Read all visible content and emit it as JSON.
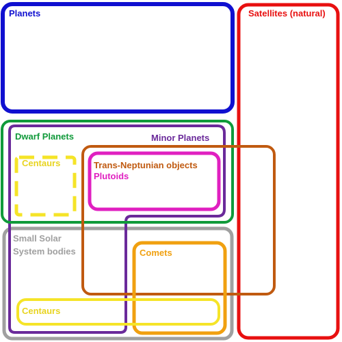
{
  "diagram": {
    "labels": {
      "planets": "Planets",
      "satellites": "Satellites (natural)",
      "dwarf_planets": "Dwarf Planets",
      "minor_planets": "Minor Planets",
      "centaurs_top": "Centaurs",
      "trans_neptunian": "Trans-Neptunian objects",
      "plutoids": "Plutoids",
      "small_solar_line1": "Small Solar",
      "small_solar_line2": "System bodies",
      "comets": "Comets",
      "centaurs_bottom": "Centaurs"
    },
    "colors": {
      "planets": "#1010d0",
      "satellites": "#e81010",
      "dwarf_planets": "#109a3a",
      "minor_planets": "#6a2a9a",
      "centaurs": "#f5e428",
      "trans_neptunian": "#c05a10",
      "plutoids": "#e020c0",
      "small_solar": "#a0a0a0",
      "comets": "#f0a010",
      "centaurs_label_top": "#e8d420",
      "centaurs_label_bottom": "#e8d420"
    }
  }
}
